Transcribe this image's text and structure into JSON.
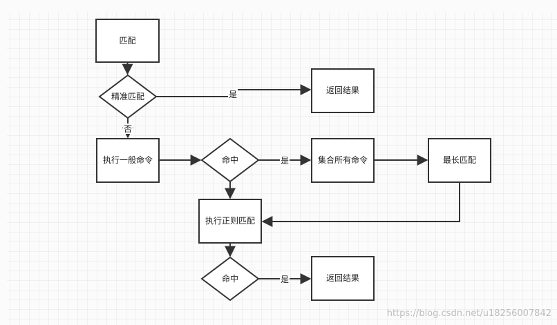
{
  "nodes": {
    "match": "匹配",
    "exact_match": "精准匹配",
    "return_result_1": "返回结果",
    "exec_general": "执行一般命令",
    "hit_1": "命中",
    "collect_all": "集合所有命令",
    "longest_match": "最长匹配",
    "exec_regex": "执行正则匹配",
    "hit_2": "命中",
    "return_result_2": "返回结果"
  },
  "edges": {
    "exact_yes": "是",
    "exact_no": "否",
    "hit1_yes": "是",
    "hit2_yes": "是"
  },
  "watermark": "https://blog.csdn.net/u18256007842",
  "colors": {
    "stroke": "#333333",
    "grid": "#e8e8e8",
    "grid_bg": "#fafafa"
  }
}
